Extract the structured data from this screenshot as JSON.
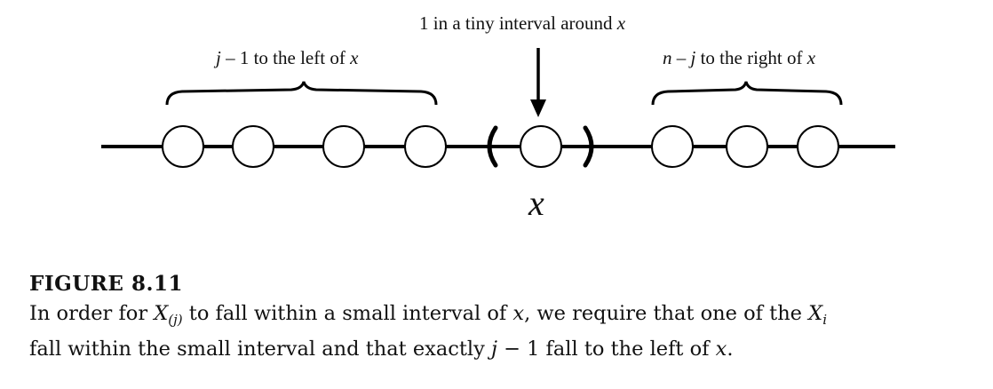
{
  "figure": {
    "labels": {
      "center_top": {
        "prefix": "1 in a tiny interval around ",
        "var": "x"
      },
      "left": {
        "var1": "j",
        "mid": " – 1 to the left of ",
        "var2": "x"
      },
      "right": {
        "var1": "n",
        "mid1": " – ",
        "var2": "j",
        "mid2": " to the right of ",
        "var3": "x"
      },
      "axis_point": "x"
    },
    "left_points_count": 4,
    "center_points_count": 1,
    "right_points_count": 3
  },
  "caption": {
    "title": "FIGURE 8.11",
    "line1": {
      "t1": "In order for ",
      "var_X": "X",
      "sub_j": "(j)",
      "t2": " to fall within a small interval of ",
      "var_x": "x",
      "t3": ", we require that one of the ",
      "var_Xi": "X",
      "sub_i": "i"
    },
    "line2": {
      "t1": "fall within the small interval and that exactly ",
      "var_j": "j",
      "t2": " − 1 fall to the left of ",
      "var_x": "x",
      "t3": "."
    }
  }
}
